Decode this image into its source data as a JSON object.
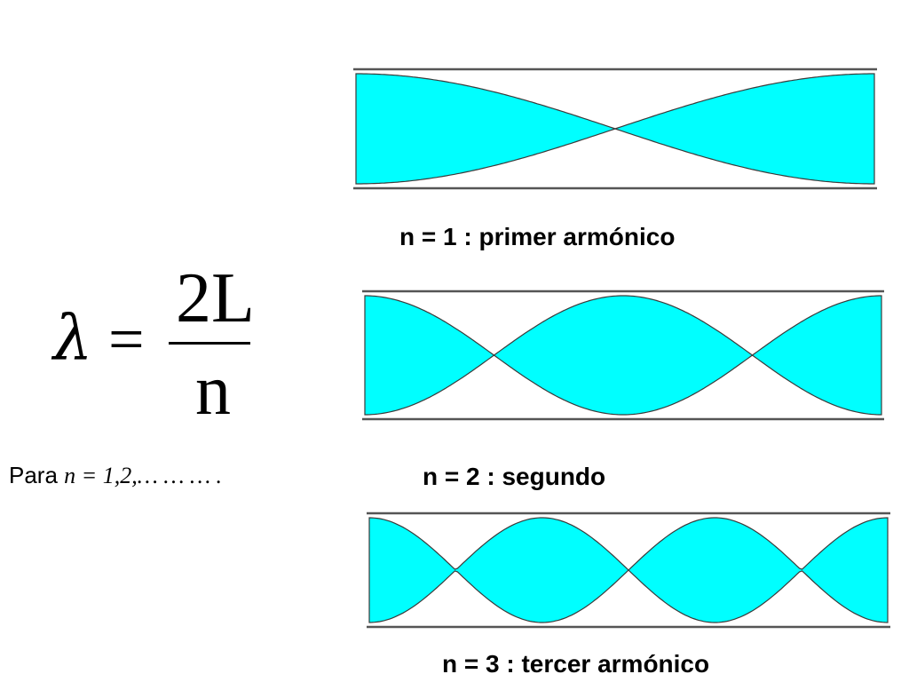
{
  "formula": {
    "lhs": "λ",
    "equals": "=",
    "numerator": "2L",
    "denominator": "n"
  },
  "condition": {
    "label": "Para",
    "math": "n = 1,2,… … … ."
  },
  "modes": [
    {
      "n": 1,
      "caption": "n = 1 : primer armónico"
    },
    {
      "n": 2,
      "caption": "n = 2 : segundo"
    },
    {
      "n": 3,
      "caption": "n = 3 : tercer armónico"
    }
  ],
  "colors": {
    "wave_fill": "#00FFFF",
    "wave_stroke": "#3a3a3a",
    "tube_line": "#555555",
    "text": "#000000"
  }
}
